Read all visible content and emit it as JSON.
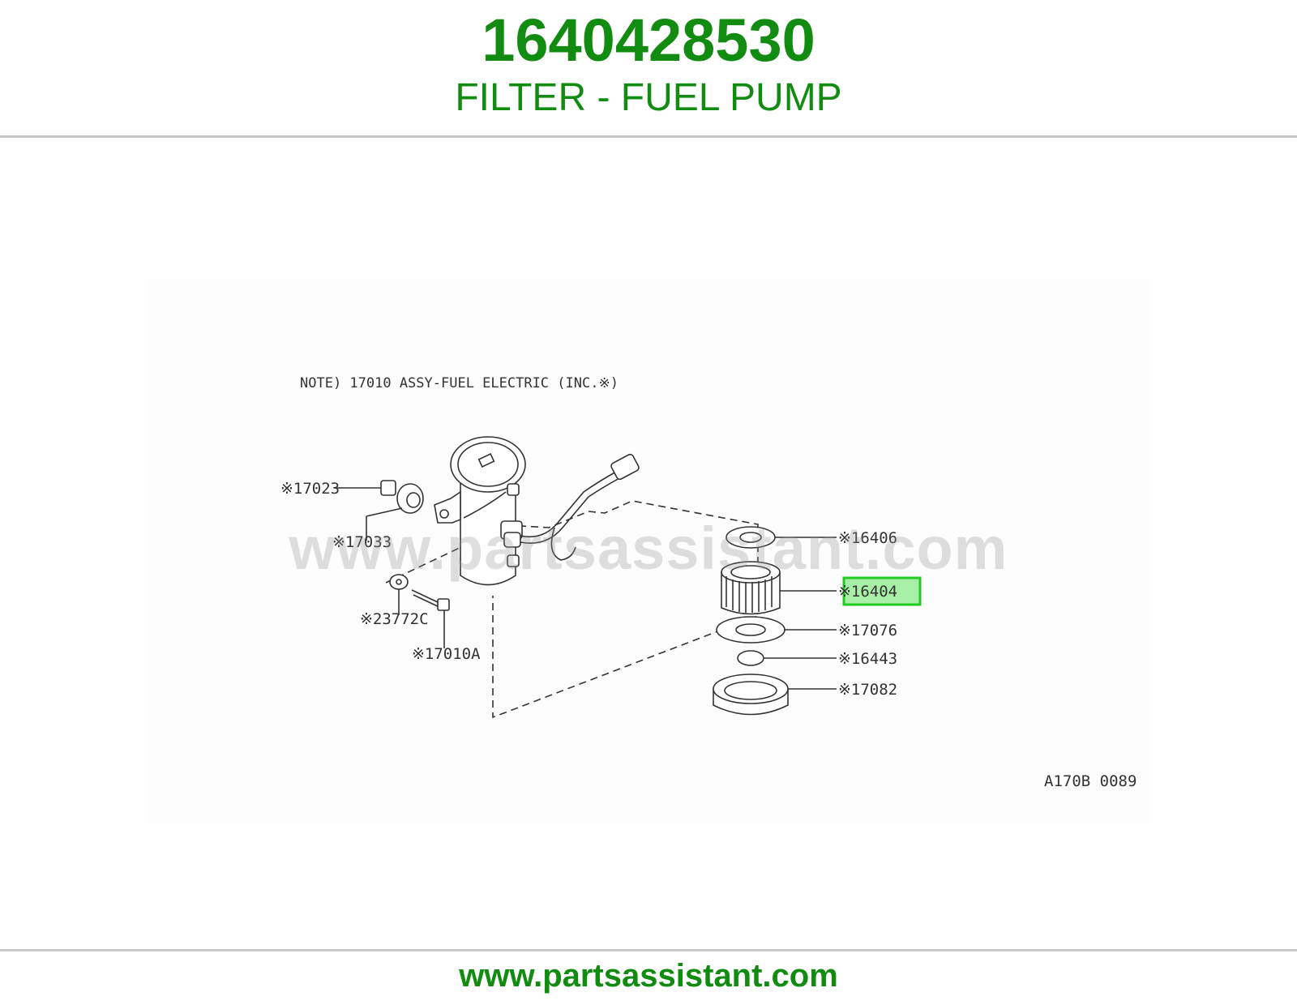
{
  "header": {
    "part_number": "1640428530",
    "part_name": "FILTER - FUEL PUMP"
  },
  "diagram": {
    "note": "NOTE) 17010 ASSY-FUEL ELECTRIC (INC.※)",
    "code": "A170B 0089",
    "watermark": "www.partsassistant.com",
    "highlight_color": "#22cc22",
    "callouts": [
      {
        "id": "17023",
        "text": "※17023"
      },
      {
        "id": "17033",
        "text": "※17033"
      },
      {
        "id": "23772C",
        "text": "※23772C"
      },
      {
        "id": "17010A",
        "text": "※17010A"
      },
      {
        "id": "16406",
        "text": "※16406"
      },
      {
        "id": "16404",
        "text": "※16404",
        "highlighted": true
      },
      {
        "id": "17076",
        "text": "※17076"
      },
      {
        "id": "16443",
        "text": "※16443"
      },
      {
        "id": "17082",
        "text": "※17082"
      }
    ]
  },
  "footer": {
    "url": "www.partsassistant.com"
  },
  "colors": {
    "brand_green": "#118c11",
    "rule_gray": "#c8c8c8"
  }
}
